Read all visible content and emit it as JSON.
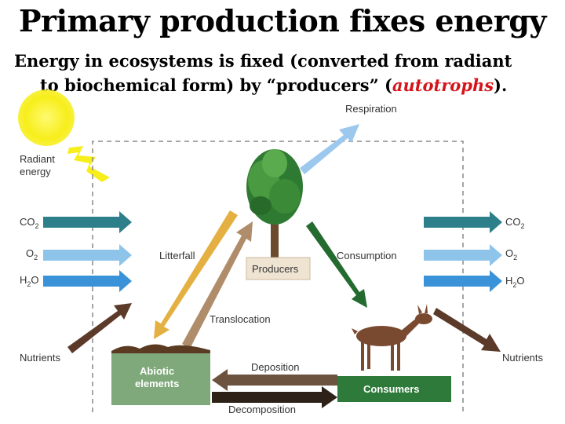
{
  "title": "Primary production fixes energy",
  "subtitle": {
    "line1": "Energy in ecosystems is fixed (converted from radiant",
    "line2_before": "to biochemical form) by “producers” (",
    "line2_em": "autotrophs",
    "line2_after": ")."
  },
  "diagram": {
    "radiant_line1": "Radiant",
    "radiant_line2": "energy",
    "inputs": {
      "co2": "CO",
      "o2": "O",
      "h2o": "H",
      "o_char": "O",
      "sub2": "2"
    },
    "nutrients_in": "Nutrients",
    "nutrients_out": "Nutrients",
    "respiration": "Respiration",
    "litterfall": "Litterfall",
    "translocation": "Translocation",
    "consumption": "Consumption",
    "producers": "Producers",
    "abiotic_line1": "Abiotic",
    "abiotic_line2": "elements",
    "consumers": "Consumers",
    "deposition": "Deposition",
    "decomposition": "Decomposition"
  },
  "colors": {
    "sun": "#f7ee1b",
    "co2_arrow": "#2d7f8a",
    "o2_arrow": "#8fc4ea",
    "h2o_arrow": "#3a93d8",
    "nutrient_arrow": "#5b3a2a",
    "litterfall_arrow": "#e4b041",
    "translocation_arrow": "#b08d6a",
    "consumption_arrow": "#236b2e",
    "respiration_arrow": "#9cc8ee",
    "abiotic_box": "#7fa97a",
    "consumers_box": "#2e7a3a",
    "deposition_arrow": "#6b5340",
    "decomposition_arrow": "#2e2218",
    "accent_red": "#d4141a"
  }
}
